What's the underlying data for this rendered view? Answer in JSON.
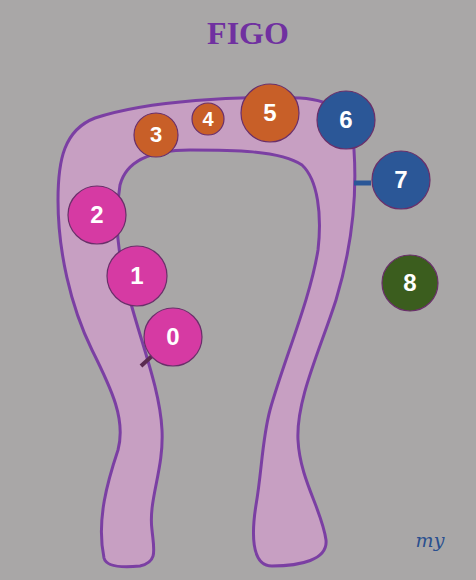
{
  "diagram": {
    "title": "FIGO",
    "nodes": [
      {
        "text": [
          "0"
        ]
      },
      {
        "text": [
          "1"
        ]
      },
      {
        "text": [
          "2"
        ]
      },
      {
        "text": [
          "3"
        ]
      },
      {
        "text": [
          "4"
        ]
      },
      {
        "text": [
          "5"
        ]
      },
      {
        "text": [
          "6"
        ]
      },
      {
        "text": [
          "7"
        ]
      },
      {
        "text": [
          "8"
        ]
      }
    ],
    "labels": [
      "my"
    ]
  }
}
